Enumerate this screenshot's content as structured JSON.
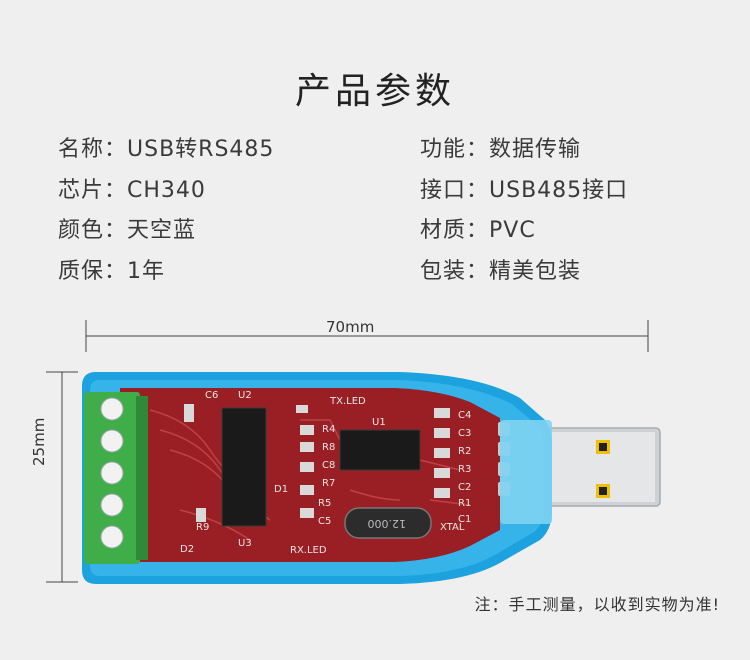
{
  "title": "产品参数",
  "specs": {
    "left": [
      {
        "key": "名称：",
        "value": "USB转RS485"
      },
      {
        "key": "芯片：",
        "value": "CH340"
      },
      {
        "key": "颜色：",
        "value": "天空蓝"
      },
      {
        "key": "质保：",
        "value": "1年"
      }
    ],
    "right": [
      {
        "key": "功能：",
        "value": "数据传输"
      },
      {
        "key": "接口：",
        "value": "USB485接口"
      },
      {
        "key": "材质：",
        "value": "PVC"
      },
      {
        "key": "包装：",
        "value": "精美包装"
      }
    ]
  },
  "dimensions": {
    "length": "70mm",
    "width": "25mm"
  },
  "note": "注：手工测量，以收到实物为准!",
  "pcb_labels": {
    "c6": "C6",
    "u2": "U2",
    "tx_led": "TX.LED",
    "u1": "U1",
    "r4": "R4",
    "r8": "R8",
    "c8": "C8",
    "r7": "R7",
    "r5": "R5",
    "c5": "C5",
    "d1": "D1",
    "r9": "R9",
    "u3": "U3",
    "d2": "D2",
    "rx_led": "RX.LED",
    "xtal": "XTAL",
    "crystal": "12.000",
    "c4": "C4",
    "c3": "C3",
    "r2": "R2",
    "r3": "R3",
    "c2": "C2",
    "r1": "R1",
    "c1": "C1"
  },
  "colors": {
    "case": "#1aa3e0",
    "pcb": "#9a1f24",
    "terminal": "#3fae49",
    "usb": "#d4d6d8"
  }
}
